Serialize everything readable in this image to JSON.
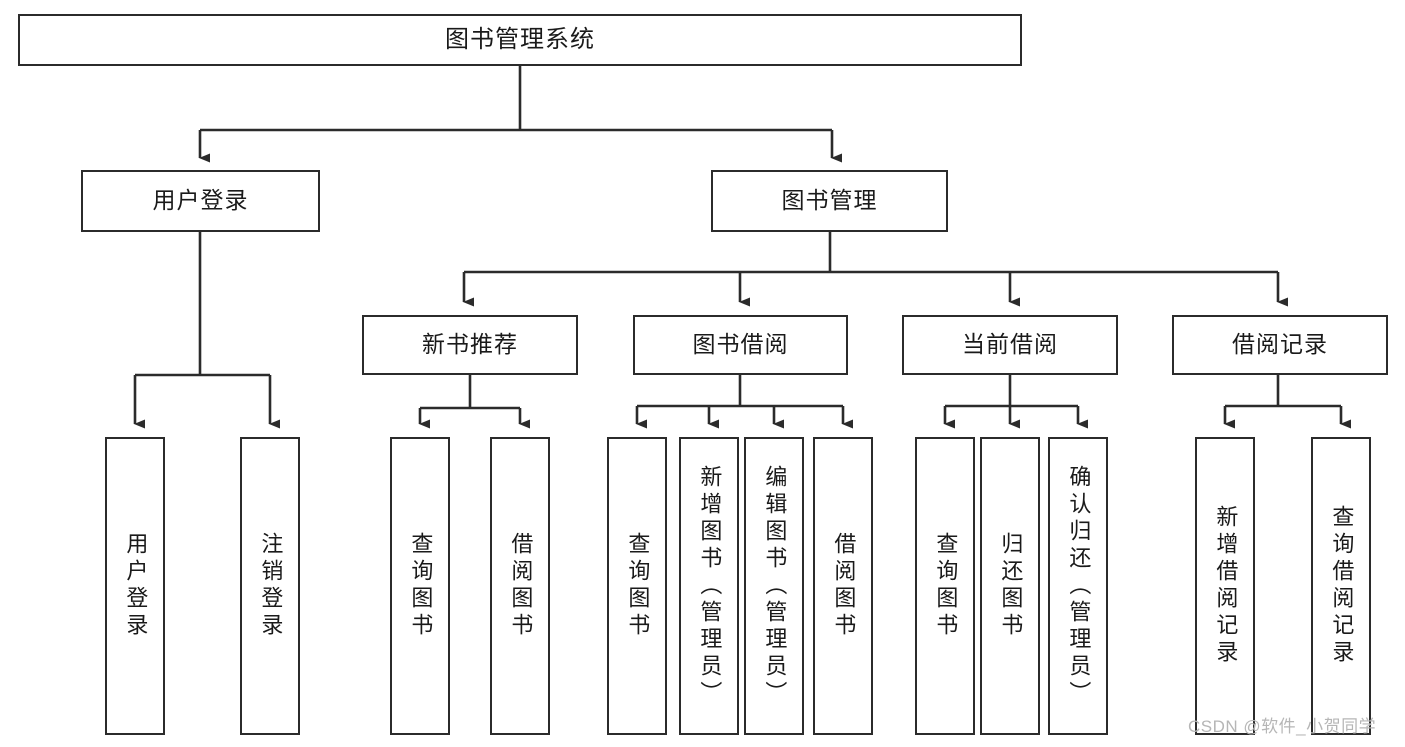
{
  "diagram": {
    "type": "tree",
    "title": "图书管理系统",
    "watermark": "CSDN @软件_小贺同学",
    "colors": {
      "stroke": "#2b2b2b",
      "fill": "#ffffff",
      "text": "#1a1a1a",
      "watermark": "#b6b6b6"
    },
    "nodes": {
      "root": {
        "label": "图书管理系统"
      },
      "level2": [
        {
          "label": "用户登录"
        },
        {
          "label": "图书管理"
        }
      ],
      "level3": [
        {
          "label": "新书推荐"
        },
        {
          "label": "图书借阅"
        },
        {
          "label": "当前借阅"
        },
        {
          "label": "借阅记录"
        }
      ],
      "leaves": {
        "user_login": [
          {
            "label": "用户登录"
          },
          {
            "label": "注销登录"
          }
        ],
        "new_book": [
          {
            "label": "查询图书"
          },
          {
            "label": "借阅图书"
          }
        ],
        "book_borrow": [
          {
            "label": "查询图书"
          },
          {
            "label": "新增图书（管理员）"
          },
          {
            "label": "编辑图书（管理员）"
          },
          {
            "label": "借阅图书"
          }
        ],
        "current_borrow": [
          {
            "label": "查询图书"
          },
          {
            "label": "归还图书"
          },
          {
            "label": "确认归还（管理员）"
          }
        ],
        "borrow_record": [
          {
            "label": "新增借阅记录"
          },
          {
            "label": "查询借阅记录"
          }
        ]
      }
    }
  }
}
